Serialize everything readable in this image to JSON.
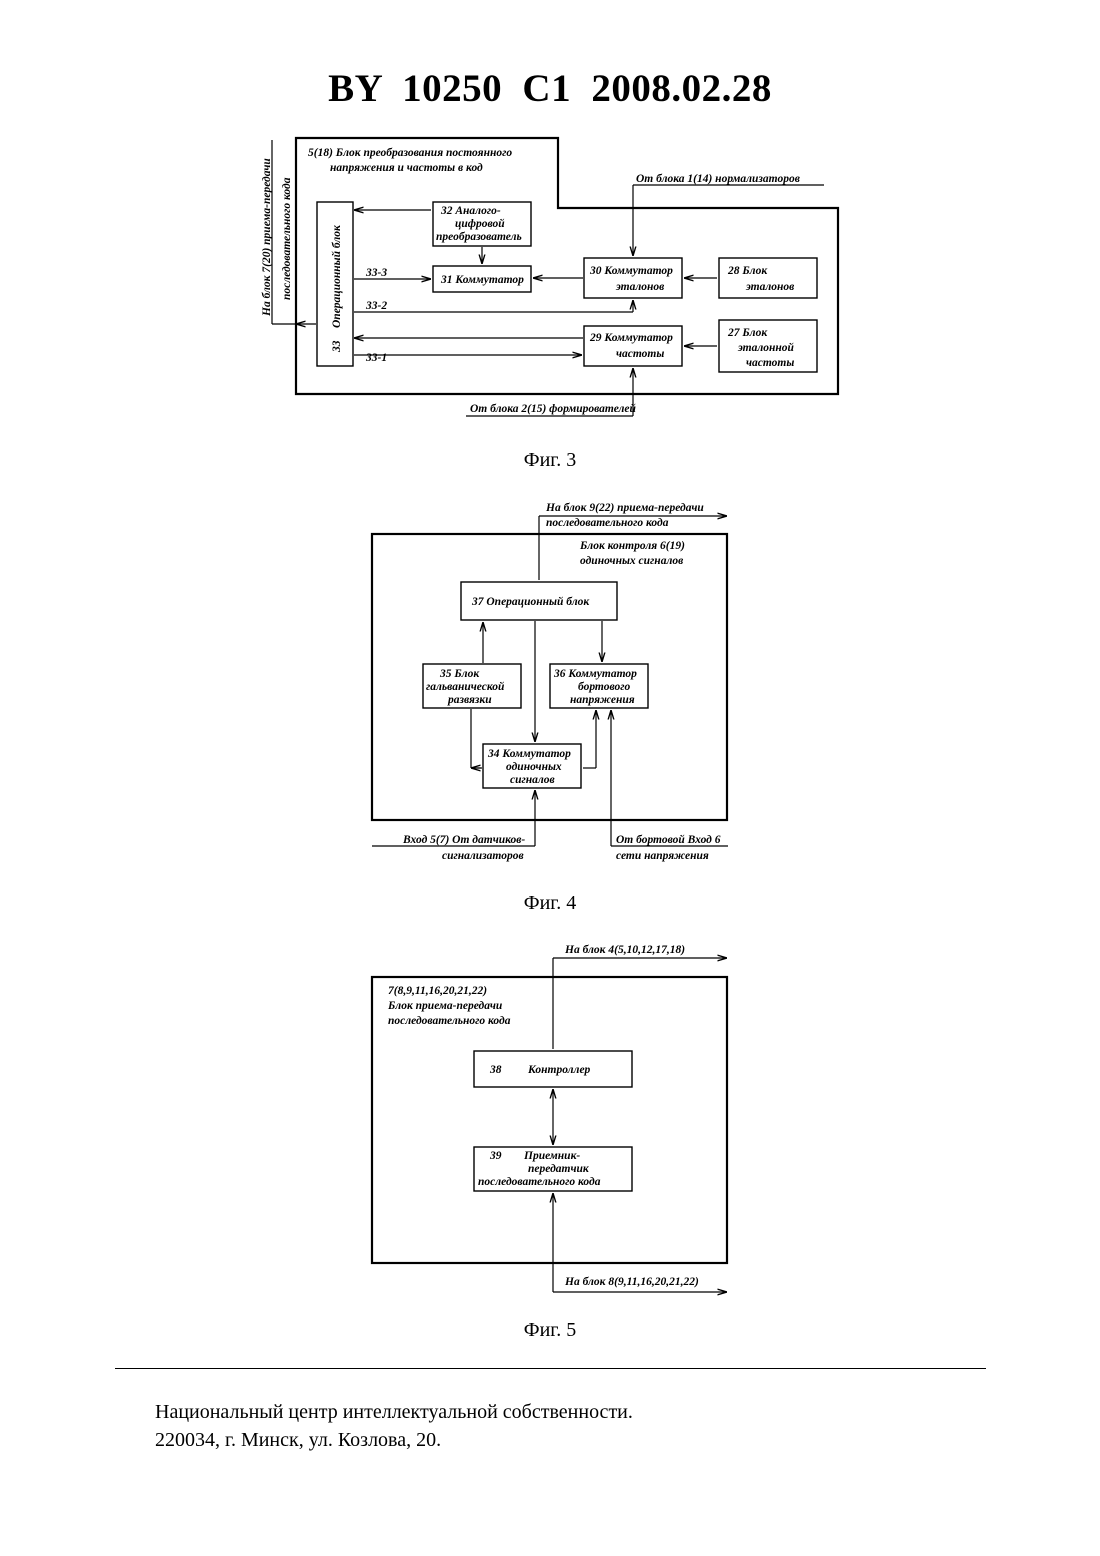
{
  "header": {
    "patent": "BY 10250 C1 2008.02.28"
  },
  "fig3": {
    "caption": "Фиг. 3",
    "frame_label_1": "5(18)  Блок преобразования постоянного",
    "frame_label_2": "напряжения и частоты в код",
    "input_top": "От блока 1(14) нормализаторов",
    "input_bottom": "От блока 2(15) формирователей",
    "side_label_1": "На блок 7(20)  приема-передачи",
    "side_label_2": "последовательного кода",
    "op_block_num": "33",
    "op_block": "Операционный блок",
    "adc_1": "32  Аналого-",
    "adc_2": "цифровой",
    "adc_3": "преобразователь",
    "switch31": "31  Коммутатор",
    "switch30_1": "30  Коммутатор",
    "switch30_2": "эталонов",
    "block28_1": "28     Блок",
    "block28_2": "эталонов",
    "switch29_1": "29  Коммутатор",
    "switch29_2": "частоты",
    "block27_1": "27     Блок",
    "block27_2": "эталонной",
    "block27_3": "частоты",
    "line_33_3": "33-3",
    "line_33_2": "33-2",
    "line_33_1": "33-1"
  },
  "fig4": {
    "caption": "Фиг. 4",
    "out_top_1": "На блок 9(22) приема-передачи",
    "out_top_2": "последовательного кода",
    "frame_label_1": "Блок контроля          6(19)",
    "frame_label_2": "одиночных сигналов",
    "op_block": "37  Операционный блок",
    "block35_1": "35   Блок",
    "block35_2": "гальванической",
    "block35_3": "развязки",
    "block36_1": "36  Коммутатор",
    "block36_2": "бортового",
    "block36_3": "напряжения",
    "block34_1": "34  Коммутатор",
    "block34_2": "одиночных",
    "block34_3": "сигналов",
    "input_left_1": "Вход 5(7)    От датчиков-",
    "input_left_2": "сигнализаторов",
    "input_right_1": "От бортовой    Вход 6",
    "input_right_2": "сети напряжения"
  },
  "fig5": {
    "caption": "Фиг. 5",
    "out_top": "На блок 4(5,10,12,17,18)",
    "frame_label_1": "7(8,9,11,16,20,21,22)",
    "frame_label_2": "Блок приема-передачи",
    "frame_label_3": "последовательного кода",
    "block38_num": "38",
    "block38": "Контроллер",
    "block39_num": "39",
    "block39_1": "Приемник-",
    "block39_2": "передатчик",
    "block39_3": "последовательного кода",
    "out_bottom": "На блок 8(9,11,16,20,21,22)"
  },
  "footer": {
    "line1": "Национальный центр интеллектуальной собственности.",
    "line2": "220034, г. Минск, ул. Козлова, 20."
  }
}
